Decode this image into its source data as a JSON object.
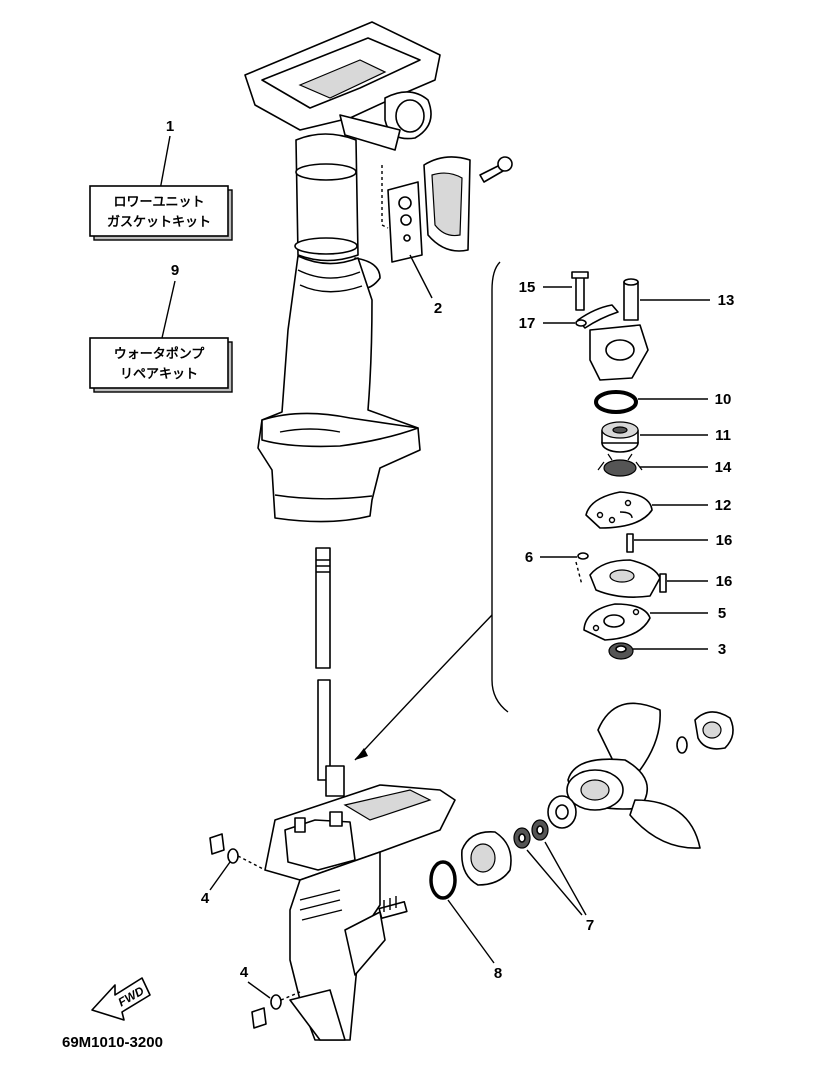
{
  "kits": [
    {
      "number": "1",
      "line1": "ロワーユニット",
      "line2": "ガスケットキット"
    },
    {
      "number": "9",
      "line1": "ウォータポンプ",
      "line2": "リペアキット"
    }
  ],
  "callouts": [
    "2",
    "15",
    "13",
    "17",
    "10",
    "11",
    "14",
    "12",
    "6",
    "16",
    "16",
    "5",
    "3",
    "4",
    "4",
    "7",
    "8"
  ],
  "fwd_label": "FWD",
  "diagram_code": "69M1010-3200"
}
